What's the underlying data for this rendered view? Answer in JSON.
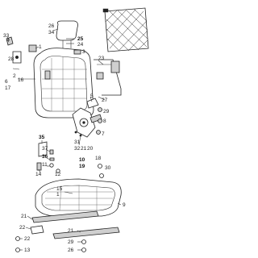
{
  "labels": {
    "l33": "33",
    "l26_top": "26",
    "l34": "34",
    "l25": "25",
    "l24": "24",
    "l1": "1",
    "l3": "3",
    "l4": "4",
    "l28": "28",
    "l23": "23",
    "l2": "2",
    "l16": "16",
    "l6": "6",
    "l17": "17",
    "l27": "27",
    "l5": "5",
    "l8": "8",
    "l29_mid": "29",
    "l31": "31",
    "l32": "32",
    "l21_mid": "21",
    "l20": "20",
    "l7": "7",
    "l10": "10",
    "l19": "19",
    "l35": "35",
    "l37": "37",
    "l36": "36",
    "l11": "11",
    "l14": "14",
    "l12": "12",
    "l18": "18",
    "l30": "30",
    "l15": "15",
    "l9": "9",
    "l21_low": "21",
    "l22": "22",
    "l13": "13",
    "l29_low": "29",
    "l26_low": "26",
    "l21_bot": "21"
  },
  "colors": {
    "line": "#333333",
    "shade": "#cfcfcf",
    "text": "#222222"
  }
}
